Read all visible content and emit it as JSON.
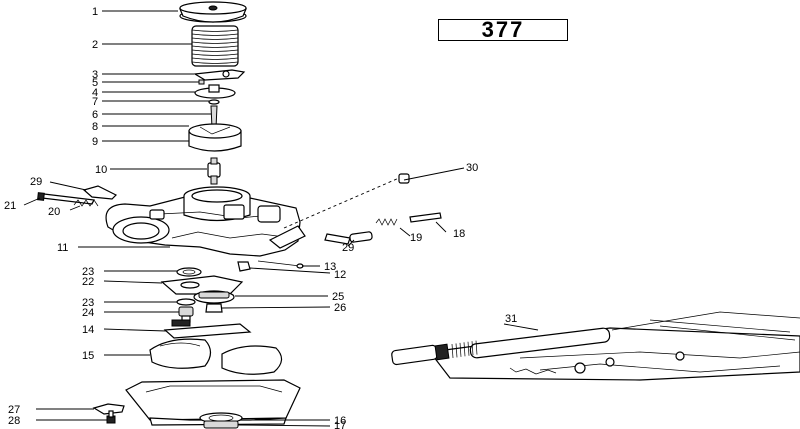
{
  "page_number": "377",
  "callouts": [
    {
      "id": "c1",
      "text": "1"
    },
    {
      "id": "c2",
      "text": "2"
    },
    {
      "id": "c3",
      "text": "3"
    },
    {
      "id": "c5",
      "text": "5"
    },
    {
      "id": "c4",
      "text": "4"
    },
    {
      "id": "c7",
      "text": "7"
    },
    {
      "id": "c6",
      "text": "6"
    },
    {
      "id": "c8",
      "text": "8"
    },
    {
      "id": "c9",
      "text": "9"
    },
    {
      "id": "c10",
      "text": "10"
    },
    {
      "id": "c29a",
      "text": "29"
    },
    {
      "id": "c21",
      "text": "21"
    },
    {
      "id": "c20",
      "text": "20"
    },
    {
      "id": "c11",
      "text": "11"
    },
    {
      "id": "c23a",
      "text": "23"
    },
    {
      "id": "c22",
      "text": "22"
    },
    {
      "id": "c23b",
      "text": "23"
    },
    {
      "id": "c24",
      "text": "24"
    },
    {
      "id": "c14",
      "text": "14"
    },
    {
      "id": "c15",
      "text": "15"
    },
    {
      "id": "c27",
      "text": "27"
    },
    {
      "id": "c28",
      "text": "28"
    },
    {
      "id": "c30",
      "text": "30"
    },
    {
      "id": "c19",
      "text": "19"
    },
    {
      "id": "c18",
      "text": "18"
    },
    {
      "id": "c29b",
      "text": "29"
    },
    {
      "id": "c13",
      "text": "13"
    },
    {
      "id": "c12",
      "text": "12"
    },
    {
      "id": "c25",
      "text": "25"
    },
    {
      "id": "c26",
      "text": "26"
    },
    {
      "id": "c31",
      "text": "31"
    },
    {
      "id": "c16",
      "text": "16"
    },
    {
      "id": "c17",
      "text": "17"
    }
  ]
}
